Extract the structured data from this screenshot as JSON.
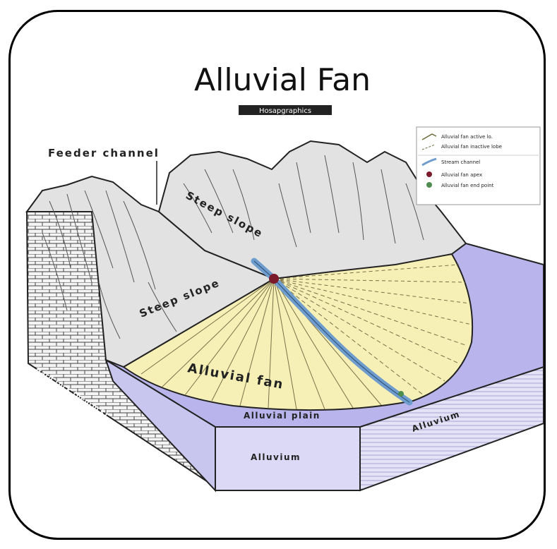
{
  "title": "Alluvial Fan",
  "subtitle": "Hosapgraphics",
  "labels": {
    "feeder_channel": "Feeder channel",
    "steep_slope_upper": "Steep slope",
    "steep_slope_lower": "Steep slope",
    "alluvial_fan": "Alluvial fan",
    "alluvial_plain": "Alluvial plain",
    "alluvium_front": "Alluvium",
    "alluvium_side": "Alluvium",
    "bedrock": "Hard rock (bedrock)"
  },
  "legend": {
    "items": [
      {
        "label": "Alluvial fan active lo.",
        "icon": "active-lobe-line-icon"
      },
      {
        "label": "Alluvial fan inactive lobe",
        "icon": "inactive-lobe-line-icon"
      },
      {
        "label": "Stream channel",
        "icon": "stream-channel-icon"
      },
      {
        "label": "Alluvial fan apex",
        "icon": "apex-dot-icon"
      },
      {
        "label": "Alluvial fan end point",
        "icon": "end-point-dot-icon"
      }
    ]
  },
  "colors": {
    "fan": "#f6f0b6",
    "plain": "#b9b5ec",
    "alluvium_block": "#dcd9f6",
    "mountain": "#e2e2e2",
    "stream": "#6e9ccd",
    "apex": "#7a1a2a",
    "end_point": "#4e8d4e"
  }
}
